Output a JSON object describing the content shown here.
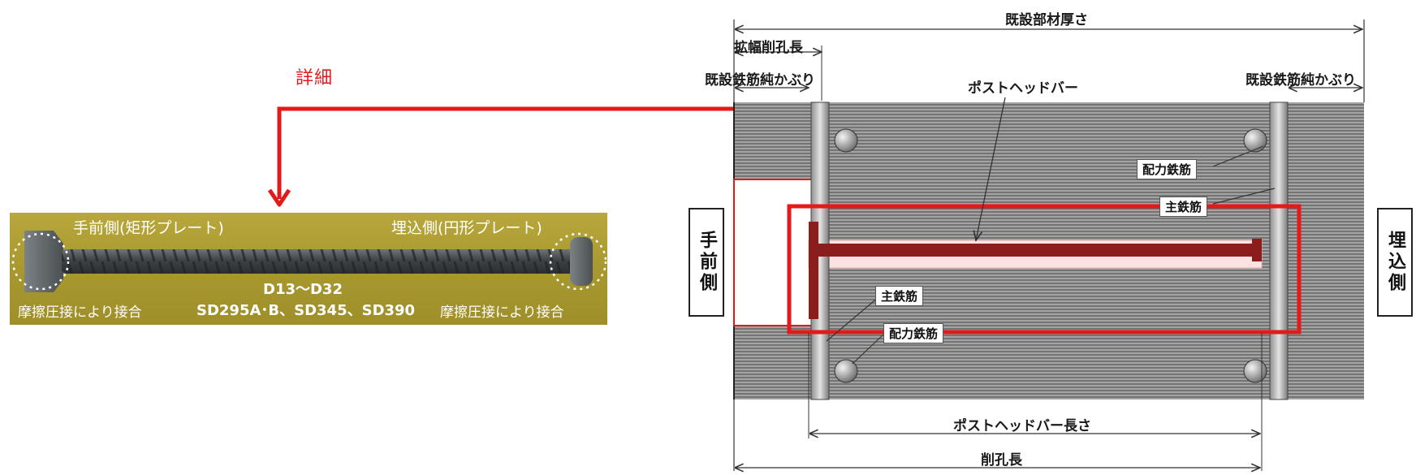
{
  "callout": {
    "detail_label": "詳細"
  },
  "photo": {
    "near_side_label": "手前側(矩形プレート)",
    "embed_side_label": "埋込側(円形プレート)",
    "bar_size_range": "D13～D32",
    "steel_grades": "SD295A･B、SD345、SD390",
    "joint_left": "摩擦圧接により接合",
    "joint_right": "摩擦圧接により接合"
  },
  "diagram": {
    "member_thickness": "既設部材厚さ",
    "widening_drill_length": "拡幅削孔長",
    "cover_left": "既設鉄筋純かぶり",
    "cover_right": "既設鉄筋純かぶり",
    "post_head_bar": "ポストヘッドバー",
    "distribution_bar_top": "配力鉄筋",
    "main_bar_top": "主鉄筋",
    "main_bar_bottom": "主鉄筋",
    "distribution_bar_bottom": "配力鉄筋",
    "near_side": "手前側",
    "embed_side": "埋込側",
    "bar_length": "ポストヘッドバー長さ",
    "drill_length": "削孔長"
  },
  "colors": {
    "highlight": "#e41a1a",
    "bar": "#8c1d1d",
    "concrete": "#8f8f8f",
    "photo_bg": "#a8982f"
  }
}
